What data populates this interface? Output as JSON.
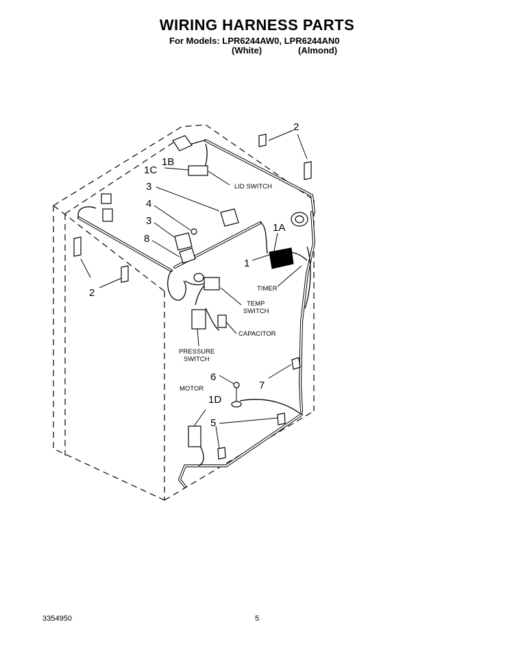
{
  "header": {
    "title": "WIRING HARNESS PARTS",
    "models_line": "For Models: LPR6244AW0, LPR6244AN0",
    "variant_white": "(White)",
    "variant_almond": "(Almond)"
  },
  "callouts": {
    "c2_top": "2",
    "c1b": "1B",
    "c1c": "1C",
    "c3_upper": "3",
    "c4": "4",
    "c3_lower": "3",
    "c8": "8",
    "c1a": "1A",
    "c1": "1",
    "c2_left": "2",
    "c6": "6",
    "c7": "7",
    "c1d": "1D",
    "c5": "5"
  },
  "labels": {
    "lid_switch": "LID SWITCH",
    "timer": "TIMER",
    "temp": "TEMP",
    "switch": "SWITCH",
    "capacitor": "CAPACITOR",
    "pressure": "PRESSURE",
    "pressure_switch": "SWITCH",
    "motor": "MOTOR"
  },
  "footer": {
    "doc_number": "3354950",
    "page_number": "5"
  }
}
